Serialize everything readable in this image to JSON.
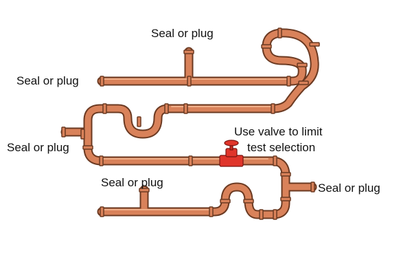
{
  "labels": {
    "seal_top": "Seal or plug",
    "seal_left_upper": "Seal or plug",
    "seal_left_middle": "Seal or plug",
    "seal_bottom": "Seal or plug",
    "seal_right": "Seal or plug",
    "valve_line1": "Use valve to limit",
    "valve_line2": "test selection"
  },
  "colors": {
    "pipe": "#d9825a",
    "pipe_outline": "#6b3a22",
    "valve": "#e0352b"
  },
  "icons": {
    "valve": "gate-valve-icon"
  }
}
